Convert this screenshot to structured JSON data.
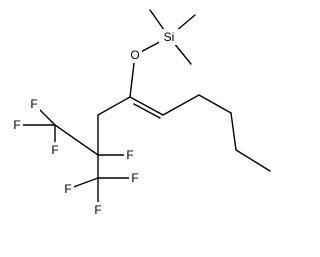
{
  "molecule": {
    "atoms": [
      {
        "id": "Si",
        "label": "Si"
      },
      {
        "id": "O",
        "label": "O"
      },
      {
        "id": "F1",
        "label": "F"
      },
      {
        "id": "F2",
        "label": "F"
      },
      {
        "id": "F3",
        "label": "F"
      },
      {
        "id": "F4",
        "label": "F"
      },
      {
        "id": "F5",
        "label": "F"
      },
      {
        "id": "F6",
        "label": "F"
      },
      {
        "id": "F7",
        "label": "F"
      }
    ],
    "colors": {
      "bond": "#000000",
      "label": "#000000",
      "background": "#ffffff"
    }
  }
}
